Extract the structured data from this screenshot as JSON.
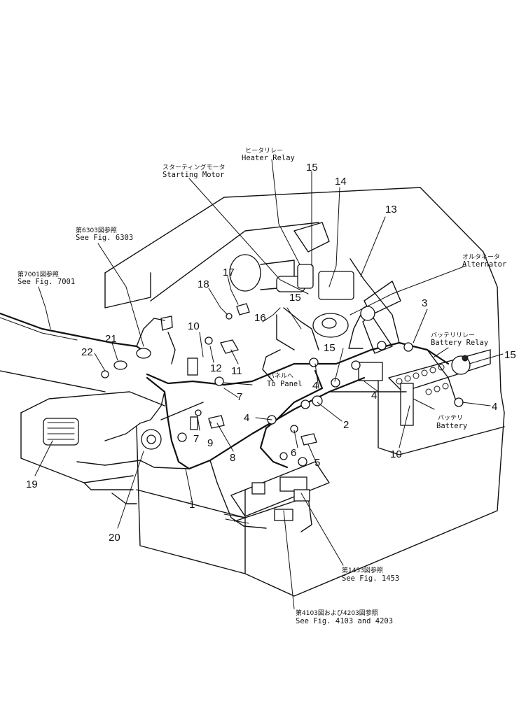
{
  "callouts": {
    "heater_relay_jp": "ヒータリレー",
    "heater_relay_en": "Heater Relay",
    "starting_motor_jp": "スターティングモータ",
    "starting_motor_en": "Starting Motor",
    "alternator_jp": "オルタネータ",
    "alternator_en": "Alternator",
    "battery_relay_jp": "バッテリリレー",
    "battery_relay_en": "Battery Relay",
    "battery_jp": "バッテリ",
    "battery_en": "Battery",
    "to_panel_jp": "パネルへ",
    "to_panel_en": "To Panel",
    "fig6303_jp": "第6303図参照",
    "fig6303_en": "See Fig. 6303",
    "fig7001_jp": "第7001図参照",
    "fig7001_en": "See Fig. 7001",
    "fig1453_jp": "第1453図参照",
    "fig1453_en": "See Fig. 1453",
    "fig4103_jp": "第4103図および4203図参照",
    "fig4103_en": "See Fig. 4103 and 4203"
  },
  "part_numbers": {
    "p1": "1",
    "p2": "2",
    "p3": "3",
    "p4a": "4",
    "p4b": "4",
    "p4c": "4",
    "p4d": "4",
    "p5": "5",
    "p6": "6",
    "p7a": "7",
    "p7b": "7",
    "p8": "8",
    "p9": "9",
    "p10a": "10",
    "p10b": "10",
    "p11": "11",
    "p12": "12",
    "p13": "13",
    "p14": "14",
    "p15a": "15",
    "p15b": "15",
    "p15c": "15",
    "p15d": "15",
    "p16": "16",
    "p17": "17",
    "p18": "18",
    "p19": "19",
    "p20": "20",
    "p21": "21",
    "p22": "22"
  }
}
